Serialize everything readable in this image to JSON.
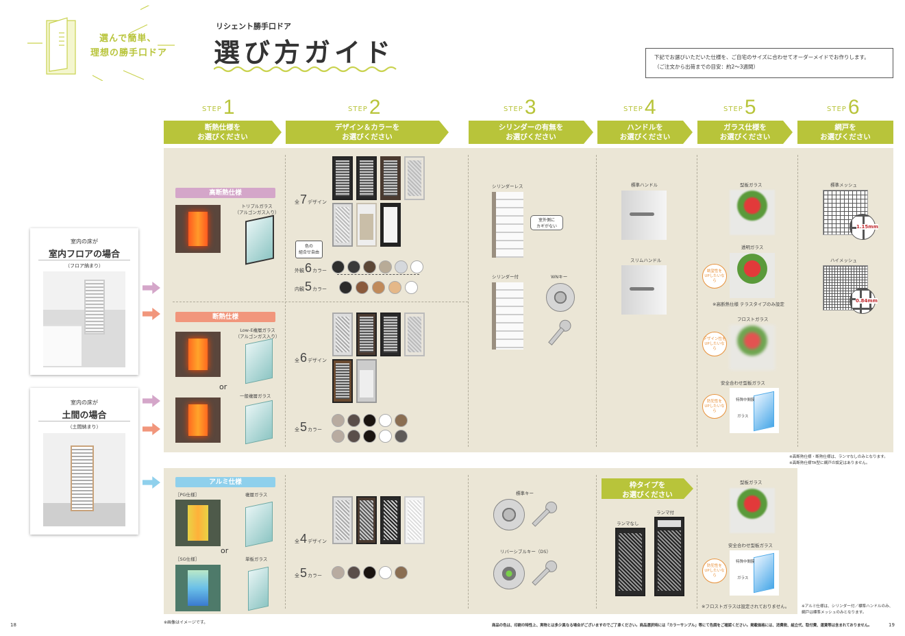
{
  "header": {
    "slogan_line1": "選んで簡単、",
    "slogan_line2": "理想の勝手口ドア",
    "subtitle": "リシェント勝手口ドア",
    "title": "選び方ガイド",
    "notice_line1": "下記でお選びいただいた仕様を、ご自宅のサイズに合わせてオーダーメイドでお作りします。",
    "notice_line2": "（ご注文から出荷までの目安：約2～3週間）"
  },
  "steps": [
    {
      "label": "STEP",
      "num": "1",
      "line1": "断熱仕様を",
      "line2": "お選びください"
    },
    {
      "label": "STEP",
      "num": "2",
      "line1": "デザイン＆カラーを",
      "line2": "お選びください"
    },
    {
      "label": "STEP",
      "num": "3",
      "line1": "シリンダーの有無を",
      "line2": "お選びください"
    },
    {
      "label": "STEP",
      "num": "4",
      "line1": "ハンドルを",
      "line2": "お選びください"
    },
    {
      "label": "STEP",
      "num": "5",
      "line1": "ガラス仕様を",
      "line2": "お選びください"
    },
    {
      "label": "STEP",
      "num": "6",
      "line1": "網戸を",
      "line2": "お選びください"
    }
  ],
  "floors": {
    "indoor": {
      "pre": "室内の床が",
      "main": "室内フロアの場合",
      "sub": "（フロア納まり）"
    },
    "doma": {
      "pre": "室内の床が",
      "main": "土間の場合",
      "sub": "（土間納まり）"
    }
  },
  "spec": {
    "high": {
      "tag": "高断熱仕様",
      "glass": "トリプルガラス\n（アルゴンガス入り）"
    },
    "std": {
      "tag": "断熱仕様",
      "glass1": "Low-E複層ガラス\n（アルゴンガス入り）",
      "or": "or",
      "glass2": "一般複層ガラス"
    },
    "alu": {
      "tag": "アルミ仕様",
      "pg": "［PG仕様］",
      "pg_glass": "複層ガラス",
      "or": "or",
      "sg": "［SG仕様］",
      "sg_glass": "単板ガラス"
    }
  },
  "design": {
    "high_count_pre": "全",
    "high_count": "7",
    "high_count_post": "デザイン",
    "combo": "色の\n組合せ自由",
    "outer_label": "外観",
    "outer_count": "6",
    "outer_post": "カラー",
    "inner_label": "内観",
    "inner_count": "5",
    "inner_post": "カラー",
    "std_count_pre": "全",
    "std_count": "6",
    "std_count_post": "デザイン",
    "std_color_pre": "全",
    "std_color": "5",
    "std_color_post": "カラー",
    "alu_count_pre": "全",
    "alu_count": "4",
    "alu_count_post": "デザイン",
    "alu_color_pre": "全",
    "alu_color": "5",
    "alu_color_post": "カラー"
  },
  "cylinder": {
    "none": "シリンダーレス",
    "none_note": "室外側に\nカギがない",
    "with": "シリンダー付",
    "wn": "WNキー",
    "std_key": "標準キー",
    "rev_key": "リバーシブルキー（DS）"
  },
  "handle": {
    "std": "標準ハンドル",
    "slim": "スリムハンドル",
    "frame_line1": "枠タイプを",
    "frame_line2": "お選びください",
    "no_ranma": "ランマなし",
    "ranma": "ランマ付"
  },
  "glass_opts": {
    "plate": "型板ガラス",
    "clear": "透明ガラス",
    "clear_callout": "眺望性を\nUPしたいなら",
    "clear_note": "※高断熱仕様 テラスタイプのみ設定",
    "frost": "フロストガラス",
    "frost_callout": "デザイン性を\nUPしたいなら",
    "safety": "安全合わせ型板ガラス",
    "safety_callout": "防犯性を\nUPしたいなら",
    "film": "特殊中間膜",
    "glass": "ガラス",
    "alu_plate": "型板ガラス",
    "alu_safety": "安全合わせ型板ガラス",
    "alu_callout": "防犯性を\nUPしたいなら",
    "alu_film": "特殊中間膜",
    "alu_glass": "ガラス",
    "frost_note": "※フロストガラスは設定されておりません。"
  },
  "screen": {
    "std": "標準メッシュ",
    "std_size": "1.15mm",
    "high": "ハイメッシュ",
    "high_size": "0.84mm"
  },
  "notes": {
    "ranma_note": "※高断熱仕様・断熱仕様は、ランマなしのみとなります。\n※高断熱仕様TA型に網戸の設定はありません。",
    "alu_note": "※アルミ仕様は、シリンダー付／標準ハンドルのみ、\n網戸は標準メッシュのみとなります。",
    "image_note": "※画像はイメージです。",
    "footer": "商品の色は、印刷の特性上、実物とは多少異なる場合がございますのでご了承ください。商品選択時には「カラーサンプル」等にて色調をご確認ください。掲載価格には、消費税、組立代、取付費、運賃等は含まれておりません。",
    "page_left": "18",
    "page_right": "19"
  },
  "colors": {
    "accent": "#b8c43a",
    "panel": "#ebe6d6",
    "high_tag": "#d4a6c9",
    "std_tag": "#f1967c",
    "alu_tag": "#8fd0ec"
  }
}
